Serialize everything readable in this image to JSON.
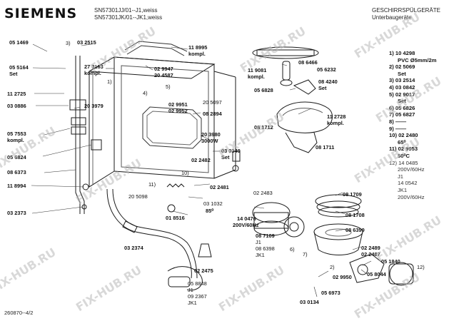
{
  "header": {
    "brand": "SIEMENS",
    "model_line_1": "SN57301JJ/01--J1,weiss",
    "model_line_2": "SN57301JK/01--JK1,weiss",
    "title_1": "GESCHIRRSPÜLGERÄTE",
    "title_2": "Unterbaugeräte"
  },
  "footer": {
    "drawing_number": "260870--4/2"
  },
  "watermark": "FIX-HUB.RU",
  "part_labels": [
    {
      "id": "p1",
      "text": "05 1469",
      "bold": true
    },
    {
      "id": "p2",
      "text": "3)",
      "bold": false
    },
    {
      "id": "p3",
      "text": "03 2515",
      "bold": true
    },
    {
      "id": "p4",
      "text": "11 8995",
      "bold": true
    },
    {
      "id": "p5",
      "text": "kompl.",
      "bold": true
    },
    {
      "id": "p6",
      "text": "05 5164",
      "bold": true
    },
    {
      "id": "p7",
      "text": "Set",
      "bold": true
    },
    {
      "id": "p8",
      "text": "27 3163",
      "bold": true
    },
    {
      "id": "p9",
      "text": "kompl.",
      "bold": true
    },
    {
      "id": "p10",
      "text": "02 9947",
      "bold": true
    },
    {
      "id": "p11",
      "text": "20 4587",
      "bold": true
    },
    {
      "id": "p12",
      "text": "1)",
      "bold": false
    },
    {
      "id": "p13",
      "text": "11 2725",
      "bold": true
    },
    {
      "id": "p14",
      "text": "4)",
      "bold": false
    },
    {
      "id": "p15",
      "text": "5)",
      "bold": false
    },
    {
      "id": "p16",
      "text": "20 5097",
      "bold": false
    },
    {
      "id": "p17",
      "text": "03 0886",
      "bold": true
    },
    {
      "id": "p18",
      "text": "20 3979",
      "bold": true
    },
    {
      "id": "p19",
      "text": "02 9951",
      "bold": true
    },
    {
      "id": "p20",
      "text": "02 9952",
      "bold": true
    },
    {
      "id": "p21",
      "text": "08 2894",
      "bold": true
    },
    {
      "id": "p22",
      "text": "05 7553",
      "bold": true
    },
    {
      "id": "p23",
      "text": "kompl.",
      "bold": true
    },
    {
      "id": "p24",
      "text": "20 3980",
      "bold": true
    },
    {
      "id": "p25",
      "text": "3000W",
      "bold": true
    },
    {
      "id": "p26",
      "text": "03 0349",
      "bold": true
    },
    {
      "id": "p27",
      "text": "Set",
      "bold": true
    },
    {
      "id": "p28",
      "text": "05 6824",
      "bold": true
    },
    {
      "id": "p29",
      "text": "08 6373",
      "bold": true
    },
    {
      "id": "p30",
      "text": "02 2482",
      "bold": true
    },
    {
      "id": "p31",
      "text": "10)",
      "bold": false
    },
    {
      "id": "p32",
      "text": "11)",
      "bold": false
    },
    {
      "id": "p33",
      "text": "11 8994",
      "bold": true
    },
    {
      "id": "p34",
      "text": "20 5098",
      "bold": false
    },
    {
      "id": "p35",
      "text": "02 2481",
      "bold": true
    },
    {
      "id": "p36",
      "text": "03 2373",
      "bold": true
    },
    {
      "id": "p37",
      "text": "03 1032",
      "bold": false
    },
    {
      "id": "p38",
      "text": "85⁰",
      "bold": true
    },
    {
      "id": "p39",
      "text": "01 8516",
      "bold": true
    },
    {
      "id": "p40",
      "text": "03 2374",
      "bold": true
    },
    {
      "id": "p41",
      "text": "02 2475",
      "bold": true
    },
    {
      "id": "p42",
      "text": "05 8848",
      "bold": false
    },
    {
      "id": "p43",
      "text": "J1",
      "bold": false
    },
    {
      "id": "p44",
      "text": "09 2367",
      "bold": false
    },
    {
      "id": "p45",
      "text": "JK1",
      "bold": false
    },
    {
      "id": "p46",
      "text": "08 6466",
      "bold": true
    },
    {
      "id": "p47",
      "text": "11 9081",
      "bold": true
    },
    {
      "id": "p48",
      "text": "kompl.",
      "bold": true
    },
    {
      "id": "p49",
      "text": "05 6232",
      "bold": true
    },
    {
      "id": "p50",
      "text": "08 4240",
      "bold": true
    },
    {
      "id": "p51",
      "text": "Set",
      "bold": true
    },
    {
      "id": "p52",
      "text": "05 6828",
      "bold": true
    },
    {
      "id": "p53",
      "text": "11 2728",
      "bold": true
    },
    {
      "id": "p54",
      "text": "kompl.",
      "bold": true
    },
    {
      "id": "p55",
      "text": "08 1712",
      "bold": true
    },
    {
      "id": "p56",
      "text": "08 1711",
      "bold": true
    },
    {
      "id": "p57",
      "text": "02 2483",
      "bold": false
    },
    {
      "id": "p58",
      "text": "08 1709",
      "bold": true
    },
    {
      "id": "p59",
      "text": "14 0476",
      "bold": true
    },
    {
      "id": "p60",
      "text": "200V/60Hz",
      "bold": true
    },
    {
      "id": "p61",
      "text": "08 1708",
      "bold": true
    },
    {
      "id": "p62",
      "text": "08 7109",
      "bold": true
    },
    {
      "id": "p63",
      "text": "J1",
      "bold": false
    },
    {
      "id": "p64",
      "text": "08 6398",
      "bold": false
    },
    {
      "id": "p65",
      "text": "JK1",
      "bold": false
    },
    {
      "id": "p66",
      "text": "08 6399",
      "bold": true
    },
    {
      "id": "p67",
      "text": "6)",
      "bold": false
    },
    {
      "id": "p68",
      "text": "7)",
      "bold": false
    },
    {
      "id": "p69",
      "text": "02 2489",
      "bold": true
    },
    {
      "id": "p70",
      "text": "02 2487",
      "bold": true
    },
    {
      "id": "p71",
      "text": "05 1840",
      "bold": true
    },
    {
      "id": "p72",
      "text": "12)",
      "bold": false
    },
    {
      "id": "p73",
      "text": "2)",
      "bold": false
    },
    {
      "id": "p74",
      "text": "02 9950",
      "bold": true
    },
    {
      "id": "p75",
      "text": "05 8044",
      "bold": true
    },
    {
      "id": "p76",
      "text": "05 6973",
      "bold": true
    },
    {
      "id": "p77",
      "text": "03 0134",
      "bold": true
    }
  ],
  "legend": [
    {
      "text": "1)  10 4298",
      "style": "b"
    },
    {
      "text": "PVC Ø5mm/2m",
      "style": "b"
    },
    {
      "text": "2)  02 5069",
      "style": "b"
    },
    {
      "text": "Set",
      "style": "b"
    },
    {
      "text": "3)  03 2514",
      "style": "b"
    },
    {
      "text": "4)  03 0842",
      "style": "b"
    },
    {
      "text": "5)  02 9017",
      "style": "b"
    },
    {
      "text": "Set",
      "style": "b"
    },
    {
      "text": "6)  05 6826",
      "style": "b"
    },
    {
      "text": "7)  05 6827",
      "style": "b"
    },
    {
      "text": "8)  ——",
      "style": "b"
    },
    {
      "text": "9)  ——",
      "style": "b"
    },
    {
      "text": "10) 02 2480",
      "style": "b"
    },
    {
      "text": "65⁰",
      "style": "b"
    },
    {
      "text": "11) 02 9953",
      "style": "b"
    },
    {
      "text": "50⁰C",
      "style": "b"
    },
    {
      "text": "12) 14 0485",
      "style": "n"
    },
    {
      "text": "200V/60Hz",
      "style": "n"
    },
    {
      "text": "J1",
      "style": "n"
    },
    {
      "text": "14 0542",
      "style": "n"
    },
    {
      "text": "JK1",
      "style": "n"
    },
    {
      "text": "200V/60Hz",
      "style": "n"
    }
  ]
}
